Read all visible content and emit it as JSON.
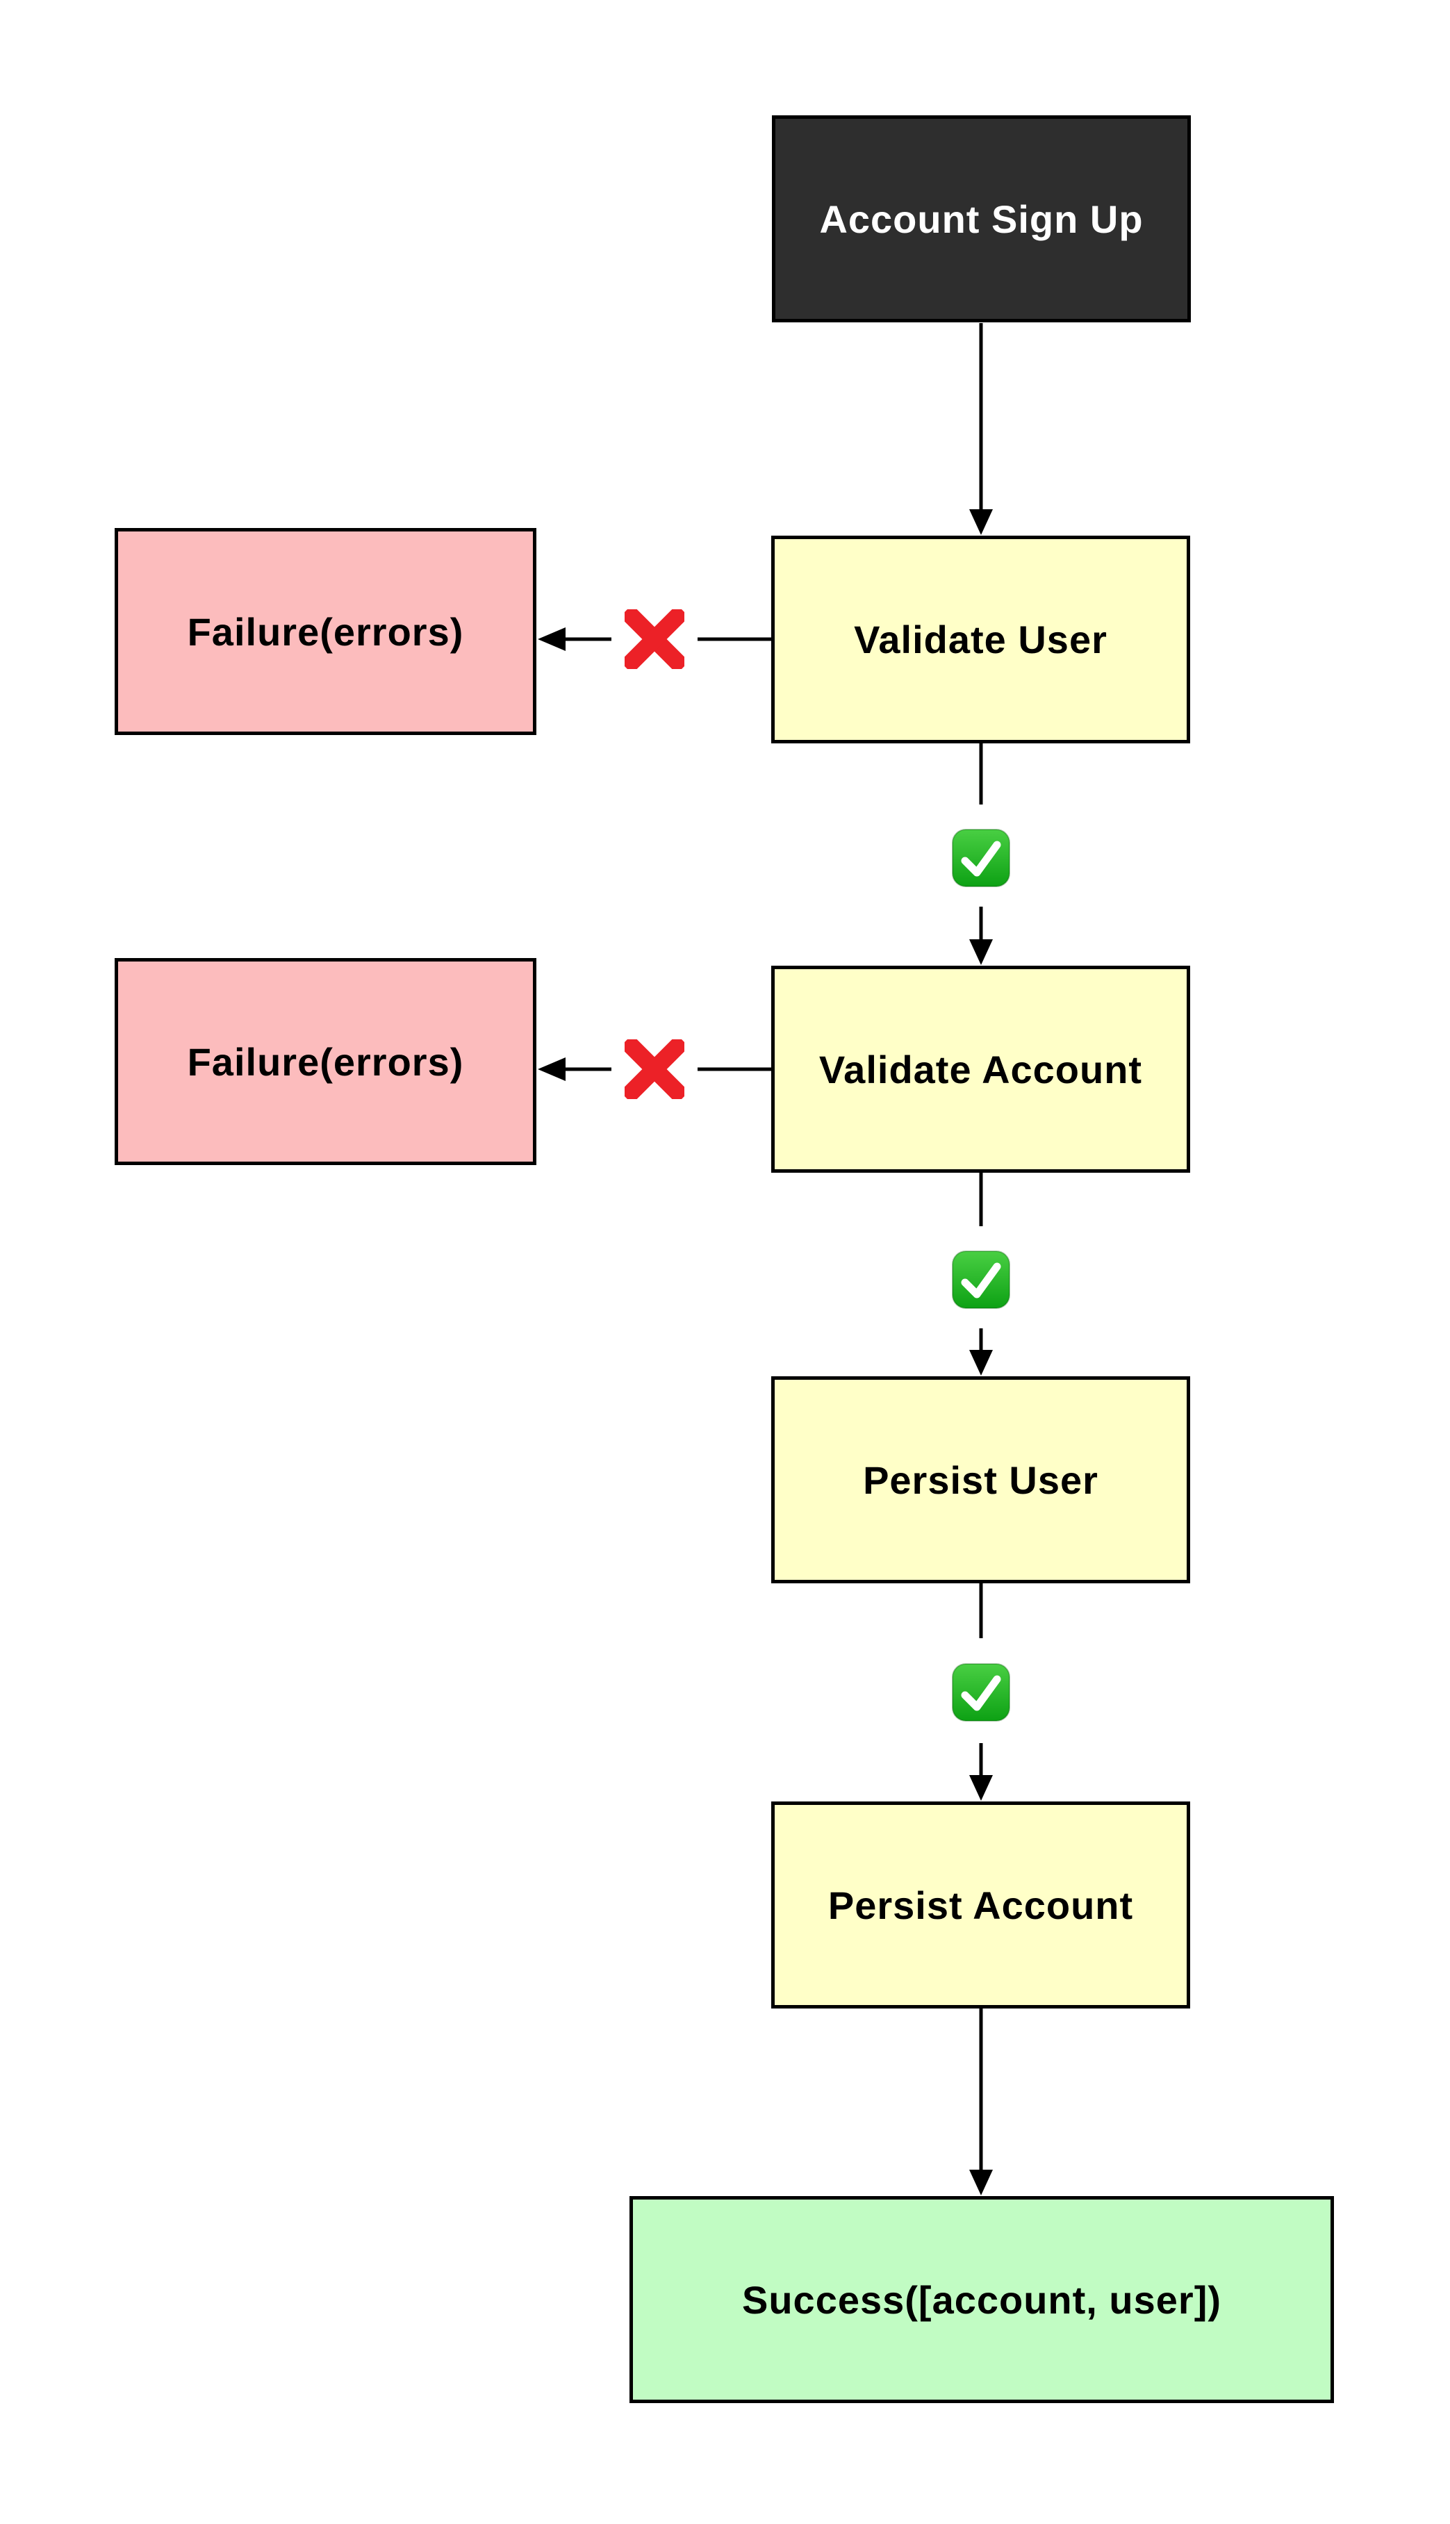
{
  "flowchart": {
    "nodes": {
      "start": {
        "label": "Account Sign Up",
        "kind": "start"
      },
      "failure_user": {
        "label": "Failure(errors)",
        "kind": "failure"
      },
      "validate_user": {
        "label": "Validate User",
        "kind": "process"
      },
      "failure_account": {
        "label": "Failure(errors)",
        "kind": "failure"
      },
      "validate_account": {
        "label": "Validate Account",
        "kind": "process"
      },
      "persist_user": {
        "label": "Persist User",
        "kind": "process"
      },
      "persist_account": {
        "label": "Persist Account",
        "kind": "process"
      },
      "success": {
        "label": "Success([account, user])",
        "kind": "success"
      }
    },
    "edges": [
      {
        "from": "start",
        "to": "validate_user",
        "marker": "none"
      },
      {
        "from": "validate_user",
        "to": "failure_user",
        "marker": "cross"
      },
      {
        "from": "validate_user",
        "to": "validate_account",
        "marker": "check"
      },
      {
        "from": "validate_account",
        "to": "failure_account",
        "marker": "cross"
      },
      {
        "from": "validate_account",
        "to": "persist_user",
        "marker": "check"
      },
      {
        "from": "persist_user",
        "to": "persist_account",
        "marker": "check"
      },
      {
        "from": "persist_account",
        "to": "success",
        "marker": "none"
      }
    ],
    "icons": {
      "check": "green-check-mark-emoji",
      "cross": "red-cross-mark-emoji"
    },
    "colors": {
      "start_bg": "#2e2e2e",
      "start_text": "#ffffff",
      "process_bg": "#ffffc8",
      "failure_bg": "#fcbcbd",
      "success_bg": "#c1fcc3",
      "border": "#000000",
      "cross_red": "#ec2127",
      "check_green": "#23b123"
    }
  }
}
